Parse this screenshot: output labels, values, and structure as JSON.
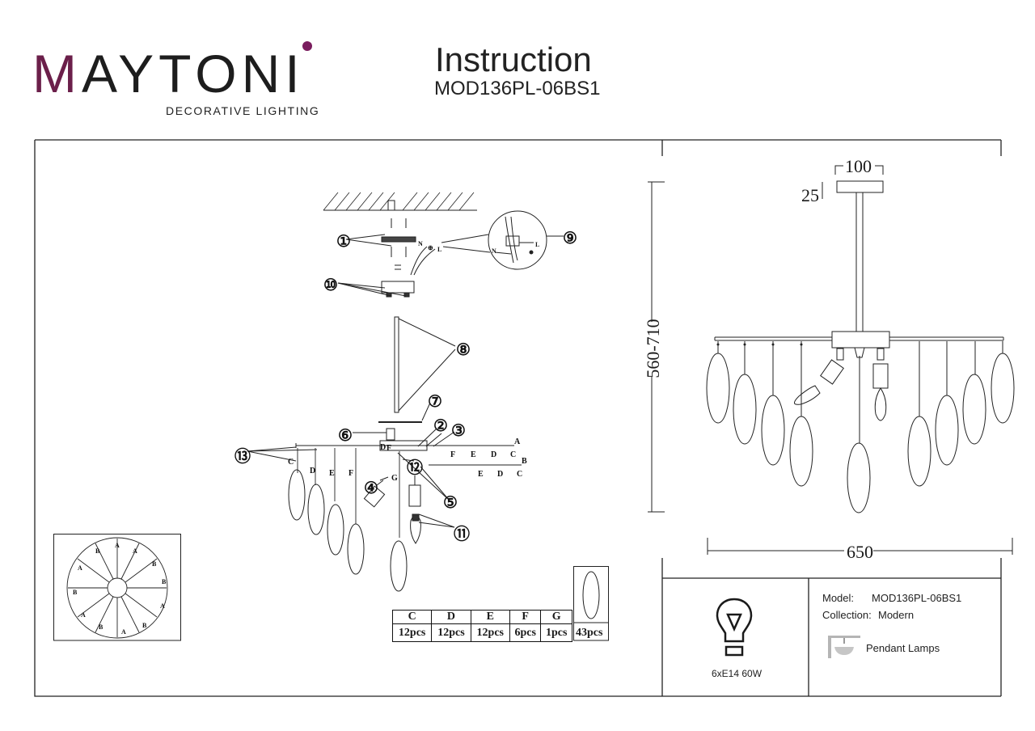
{
  "brand": {
    "name": "MAYTONI",
    "tagline": "DECORATIVE LIGHTING"
  },
  "header": {
    "title": "Instruction",
    "model_code": "MOD136PL-06BS1"
  },
  "assembly": {
    "callouts": [
      "①",
      "②",
      "③",
      "④",
      "⑤",
      "⑥",
      "⑦",
      "⑧",
      "⑨",
      "⑩",
      "⑪",
      "⑫",
      "⑬"
    ],
    "wire_labels": {
      "n": "N",
      "l": "L"
    },
    "arm_letters": {
      "A": "A",
      "B": "B",
      "C": "C",
      "D": "D",
      "E": "E",
      "F": "F",
      "G": "G"
    }
  },
  "parts_table": {
    "headers": [
      "C",
      "D",
      "E",
      "F",
      "G"
    ],
    "counts": [
      "12pcs",
      "12pcs",
      "12pcs",
      "6pcs",
      "1pcs"
    ],
    "extra_count": "43pcs"
  },
  "dimensions": {
    "width": "650",
    "height": "560-710",
    "canopy_width": "100",
    "canopy_height": "25"
  },
  "specs": {
    "bulb": "6xE14 60W",
    "model_label": "Model:",
    "model_value": "MOD136PL-06BS1",
    "collection_label": "Collection:",
    "collection_value": "Modern",
    "type_label": "Pendant Lamps"
  },
  "icons": [
    "bulb-icon",
    "pendant-lamp-icon"
  ]
}
